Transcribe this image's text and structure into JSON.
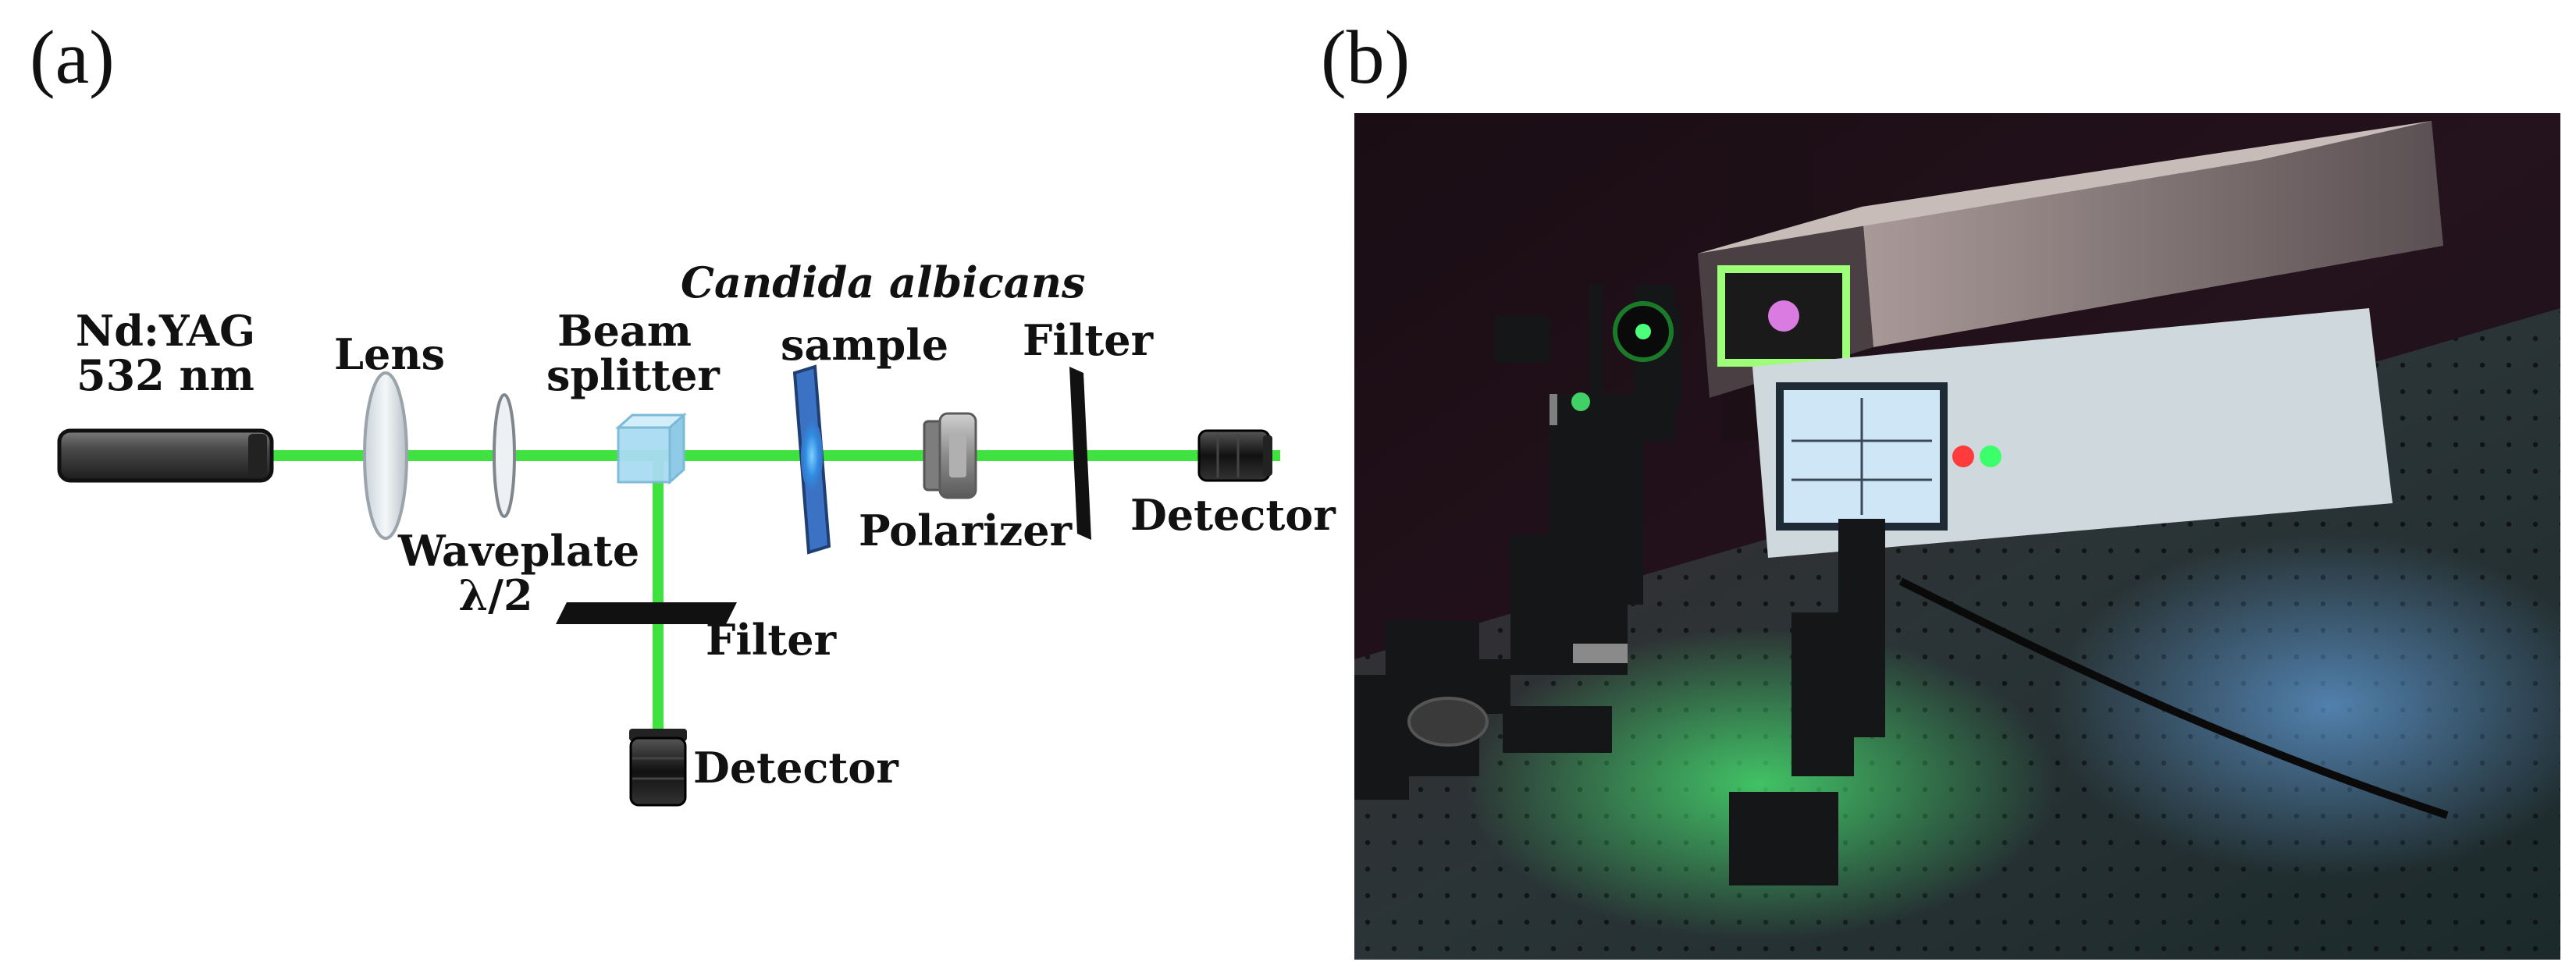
{
  "figure": {
    "panel_a_label": "(a)",
    "panel_b_label": "(b)"
  },
  "diagram": {
    "laser_line1": "Nd:YAG",
    "laser_line2": "532 nm",
    "lens": "Lens",
    "beam_splitter_line1": "Beam",
    "beam_splitter_line2": "splitter",
    "sample_line1": "Candida albicans",
    "sample_line2": "sample",
    "filter_top": "Filter",
    "waveplate_line1": "Waveplate",
    "waveplate_line2": "λ/2",
    "polarizer": "Polarizer",
    "detector_right": "Detector",
    "filter_bottom": "Filter",
    "detector_bottom": "Detector",
    "colors": {
      "beam": "#3fe23f",
      "cube": "#a9dcf2",
      "sample": "#3b72c4"
    }
  }
}
